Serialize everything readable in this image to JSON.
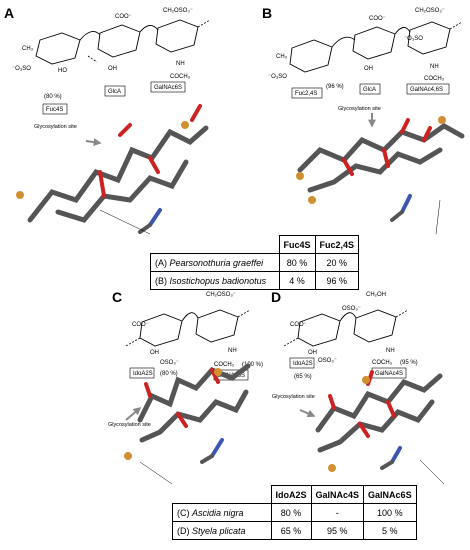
{
  "panels": {
    "A": {
      "letter": "A",
      "residues": [
        "Fuc4S",
        "GlcA",
        "GalNAc6S"
      ],
      "percent": "(80 %)",
      "site": "Glycosylation site"
    },
    "B": {
      "letter": "B",
      "residues": [
        "Fuc2,4S",
        "GlcA",
        "GalNAc4,6S"
      ],
      "percent": "(96 %)",
      "site": "Glycosylation site"
    },
    "C": {
      "letter": "C",
      "residues": [
        "IdoA2S",
        "GalNAc6S"
      ],
      "percent1": "(80 %)",
      "percent2": "(100 %)",
      "site": "Glycosylation site"
    },
    "D": {
      "letter": "D",
      "residues": [
        "IdoA2S",
        "GalNAc4S"
      ],
      "percent1": "(65 %)",
      "percent2": "(95 %)",
      "site": "Glycosylation site"
    }
  },
  "chem": {
    "coo": "COO⁻",
    "ch2oso3": "CH₂OSO₃⁻",
    "ch2oh": "CH₂OH",
    "ch3": "CH₃",
    "o3so": "⁻O₃SO",
    "oso3": "OSO₃⁻",
    "ho": "HO",
    "oh": "OH",
    "nh": "NH",
    "coch3": "COCH₃",
    "o": "O"
  },
  "table1": {
    "headers": [
      "Fuc4S",
      "Fuc2,4S"
    ],
    "rows": [
      {
        "label": "(A)",
        "species": "Pearsonothuria graeffei",
        "values": [
          "80 %",
          "20 %"
        ]
      },
      {
        "label": "(B)",
        "species": "Isostichopus badionotus",
        "values": [
          "4 %",
          "96 %"
        ]
      }
    ]
  },
  "table2": {
    "headers": [
      "IdoA2S",
      "GalNAc4S",
      "GalNAc6S"
    ],
    "rows": [
      {
        "label": "(C)",
        "species": "Ascidia nigra",
        "values": [
          "80 %",
          "-",
          "100 %"
        ]
      },
      {
        "label": "(D)",
        "species": "Styela plicata",
        "values": [
          "65 %",
          "95 %",
          "5 %"
        ]
      }
    ]
  },
  "colors": {
    "carbon": "#555555",
    "oxygen": "#cc2222",
    "sulfur": "#d09030",
    "nitrogen": "#3a56b0"
  }
}
